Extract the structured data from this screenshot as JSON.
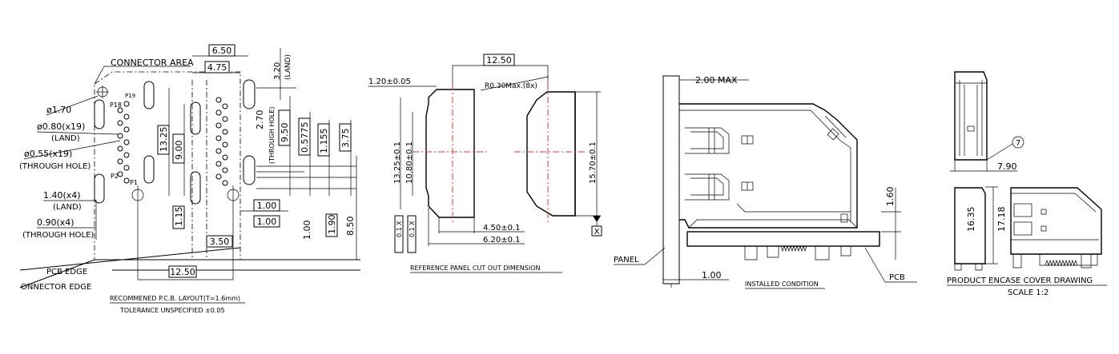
{
  "view1": {
    "connector_area": "CONNECTOR AREA",
    "dim_6_50": "6.50",
    "dim_4_75": "4.75",
    "dim_3_20": "3.20",
    "land_paren": "(LAND)",
    "phi_1_70": "ø1.70",
    "phi_0_80": "ø0.80(x19)",
    "land": "(LAND)",
    "phi_0_55": "ø0.55(x19)",
    "through_hole": "(THROUGH HOLE)",
    "dim_1_40": "1.40(x4)",
    "land_b": "(LAND)",
    "dim_0_90": "0.90(x4)",
    "through_hole_b": "(THROUGH HOLE)",
    "pin_p19": "P19",
    "pin_p18": "P18",
    "pin_p2": "P2",
    "pin_p1": "P1",
    "dim_13_25": "13.25",
    "dim_9_00": "9.00",
    "dim_2_70": "2.70",
    "through_hole_v": "(THROUGH HOLE)",
    "dim_9_50": "9.50",
    "dim_0_5775": "0.5775",
    "dim_1_155": "1.155",
    "dim_3_75": "3.75",
    "dim_1_00_a": "1.00",
    "dim_1_00_b": "1.00",
    "dim_1_15": "1.15",
    "dim_1_00_v": "1.00",
    "dim_1_90": "1.90",
    "dim_8_50": "8.50",
    "dim_3_50": "3.50",
    "dim_12_50": "12.50",
    "pcb_edge": "PCB EDGE",
    "connector_edge": "ONNECTOR EDGE",
    "recommend": "RECOMMENED P.C.B. LAYOUT(T=1.6mm)",
    "tolerance": "TOLERANCE UNSPECIFIED ±0.05"
  },
  "view2": {
    "dim_12_50": "12.50",
    "dim_1_20": "1.20±0.05",
    "radius": "R0.30Max.(8x)",
    "dim_13_25": "13.25±0.1",
    "dim_10_80": "10.80±0.1",
    "dim_15_70": "15.70±0.1",
    "dim_4_50": "4.50±0.1",
    "dim_6_20": "6.20±0.1",
    "datum_x": "X",
    "tol_a": "0.1",
    "tol_b": "0.1",
    "tol_x_a": "X",
    "tol_x_b": "X",
    "title": "REFERENCE PANEL CUT OUT DIMENSION"
  },
  "view3": {
    "dim_2_00": "2.00  MAX",
    "dim_1_60": "1.60",
    "panel": "PANEL",
    "dim_1_00": "1.00",
    "title": "INSTALLED CONDITION",
    "pcb": "PCB"
  },
  "view4": {
    "balloon": "7",
    "dim_7_90": "7.90",
    "dim_16_35": "16.35",
    "dim_17_18": "17.18",
    "title": "PRODUCT  ENCASE COVER DRAWING",
    "scale": "SCALE  1:2"
  }
}
